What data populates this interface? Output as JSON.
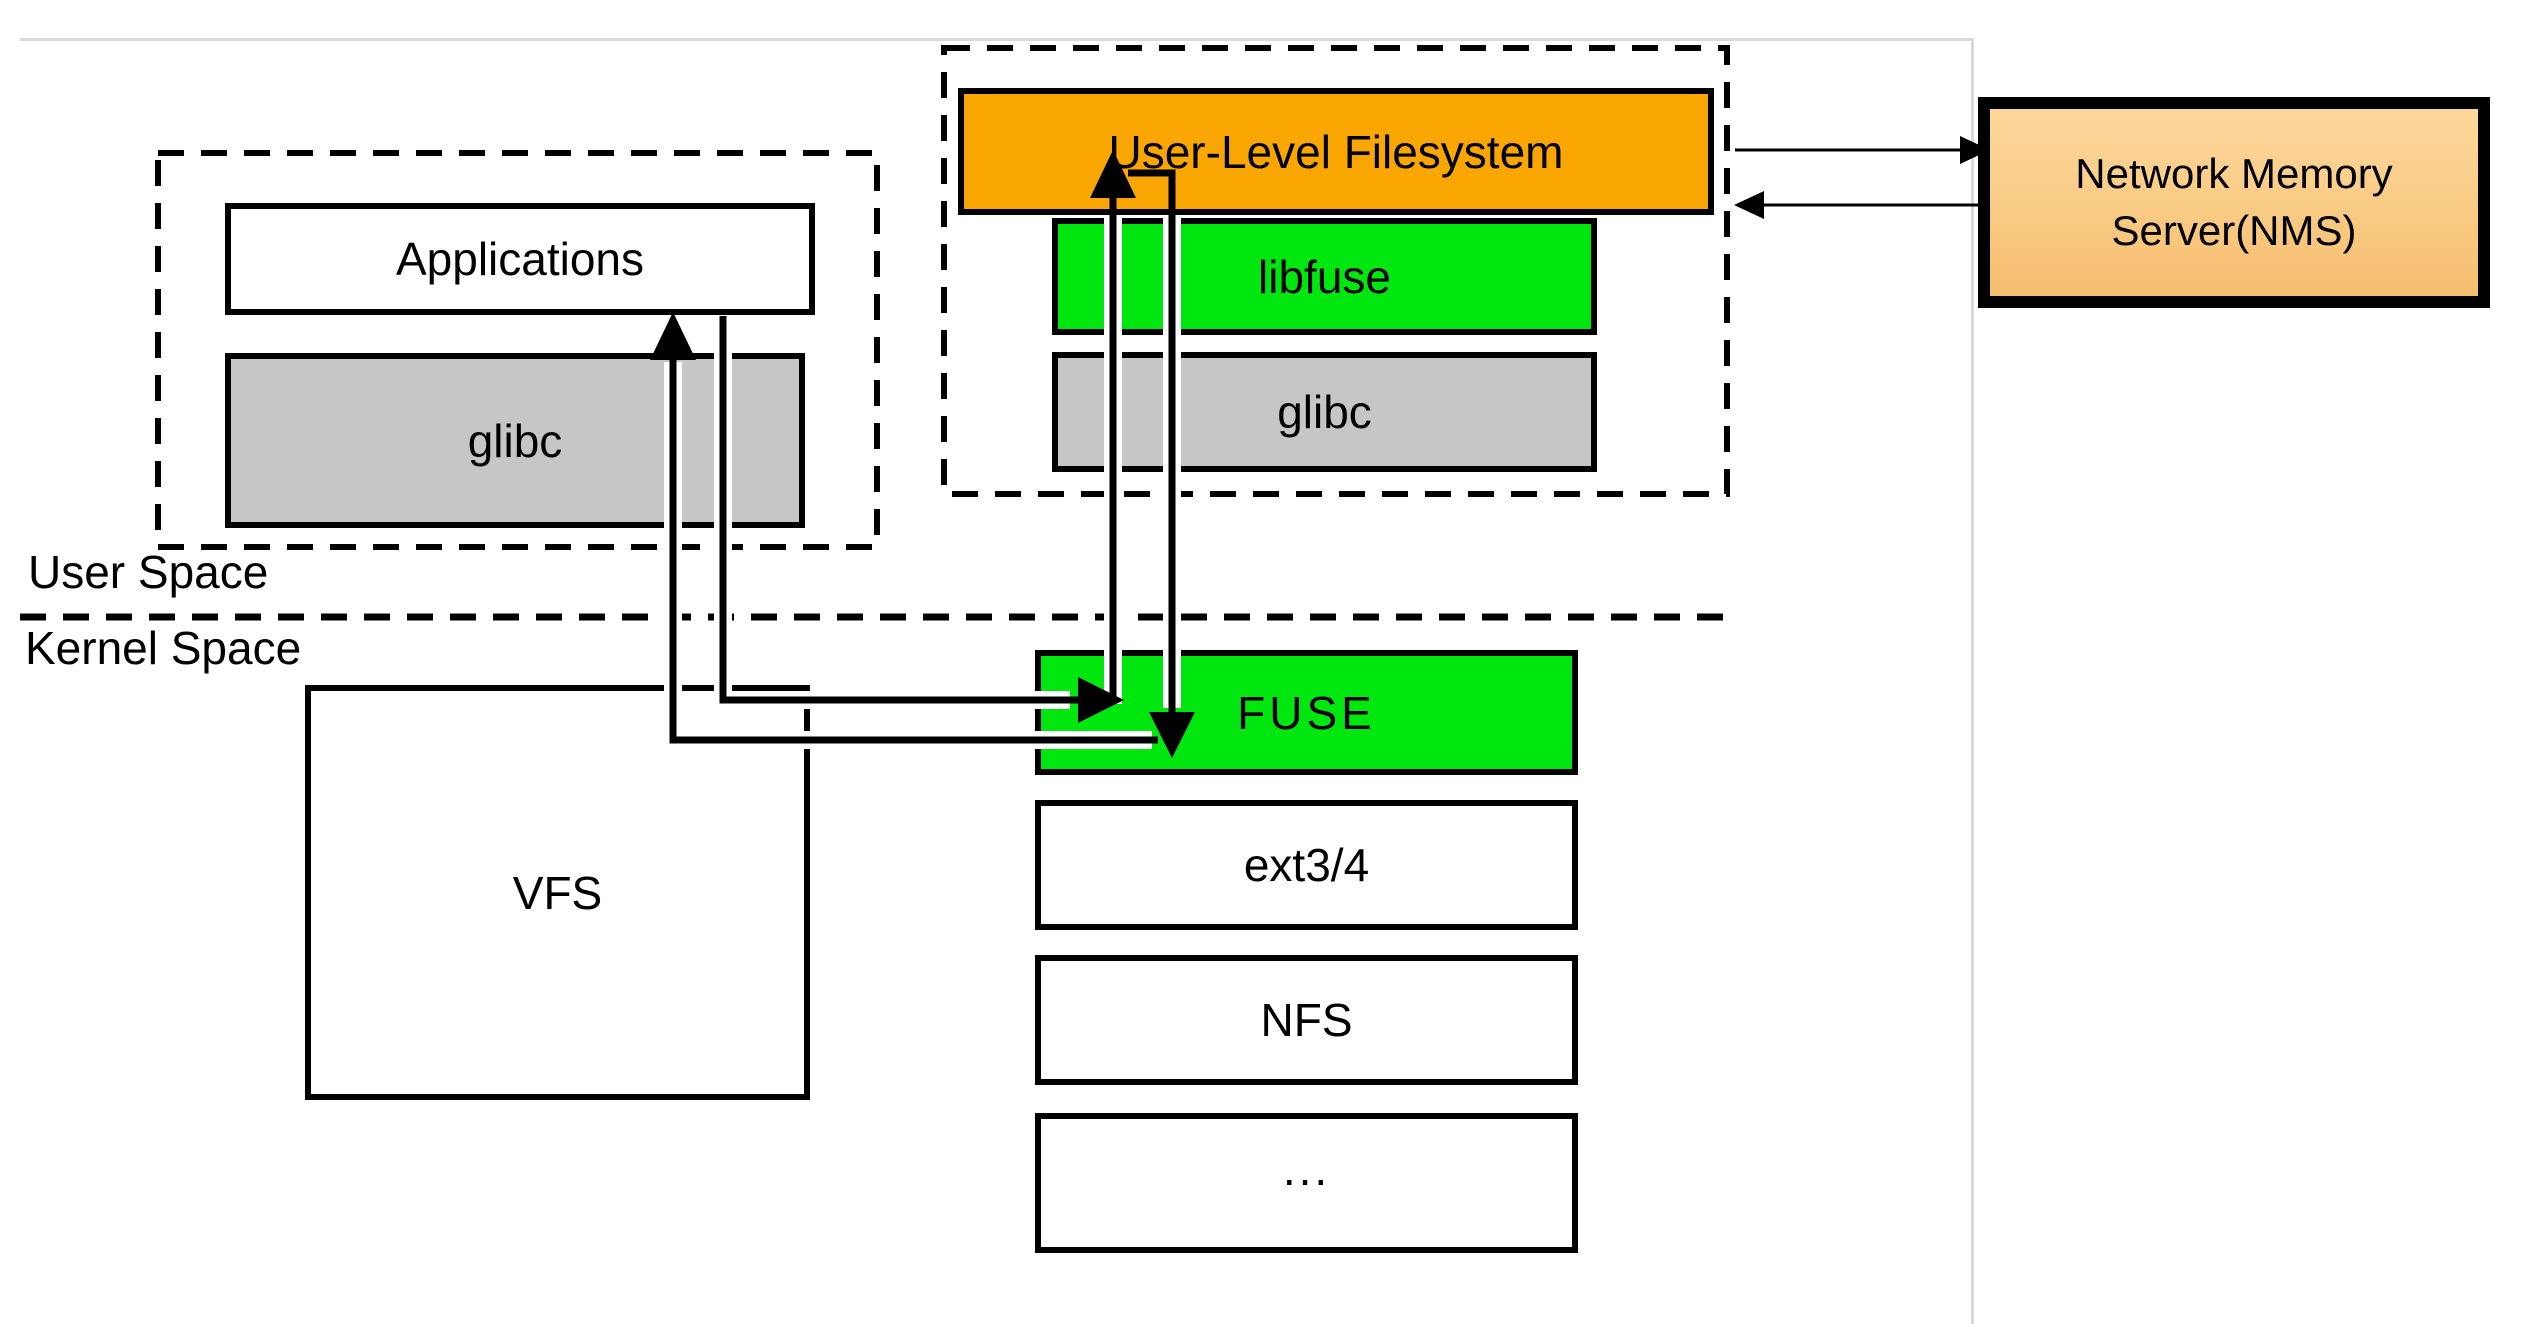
{
  "diagram": {
    "labels": {
      "user_space": "User Space",
      "kernel_space": "Kernel Space"
    },
    "user_space_region": {
      "apps_group": {
        "applications": "Applications",
        "glibc": "glibc"
      },
      "fuse_group": {
        "user_level_filesystem": "User-Level Filesystem",
        "libfuse": "libfuse",
        "glibc": "glibc"
      }
    },
    "kernel_space_region": {
      "vfs": "VFS",
      "fuse": "FUSE",
      "ext34": "ext3/4",
      "nfs": "NFS",
      "more": "..."
    },
    "nms": {
      "line1": "Network Memory",
      "line2": "Server(NMS)"
    },
    "arrows": [
      {
        "name": "app-request-to-fuse",
        "from": "Applications/glibc",
        "to": "FUSE"
      },
      {
        "name": "fuse-upcall-to-user-level-filesystem",
        "from": "FUSE",
        "to": "User-Level Filesystem"
      },
      {
        "name": "user-level-filesystem-return-to-fuse",
        "from": "User-Level Filesystem",
        "to": "FUSE"
      },
      {
        "name": "fuse-response-to-applications",
        "from": "FUSE",
        "to": "Applications"
      },
      {
        "name": "user-level-filesystem-to-nms",
        "from": "User-Level Filesystem",
        "to": "Network Memory Server(NMS)"
      },
      {
        "name": "nms-to-user-level-filesystem",
        "from": "Network Memory Server(NMS)",
        "to": "User-Level Filesystem"
      }
    ],
    "colors": {
      "orange": "#F9A602",
      "green": "#00E60F",
      "gray": "#C6C6C6",
      "nms_gradient": "linear-gradient(180deg,#FCD89C,#F6BF70)",
      "line": "#000000",
      "faint_rule": "#D9D9D9"
    }
  }
}
